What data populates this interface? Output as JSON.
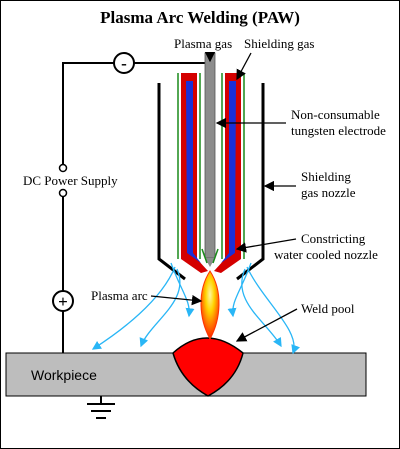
{
  "diagram": {
    "title": "Plasma Arc Welding (PAW)",
    "labels": {
      "plasma_gas": "Plasma gas",
      "shielding_gas": "Shielding gas",
      "electrode_line1": "Non-consumable",
      "electrode_line2": "tungsten electrode",
      "power_supply": "DC Power Supply",
      "shield_nozzle_line1": "Shielding",
      "shield_nozzle_line2": "gas nozzle",
      "constricting_line1": "Constricting",
      "constricting_line2": "water cooled nozzle",
      "plasma_arc": "Plasma arc",
      "weld_pool": "Weld pool",
      "workpiece": "Workpiece"
    },
    "polarity": {
      "negative": "-",
      "positive": "+"
    },
    "colors": {
      "outer_nozzle": "#000000",
      "inner_red": "#d40000",
      "inner_blue": "#1a2fd8",
      "gas_green": "#1a8a1a",
      "electrode": "#8c8c8c",
      "gas_flow": "#29b6f6",
      "workpiece": "#bdbdbd",
      "weld_pool": "#ff0000",
      "arc_outer": "#ff3300",
      "arc_inner": "#ffd400"
    }
  }
}
